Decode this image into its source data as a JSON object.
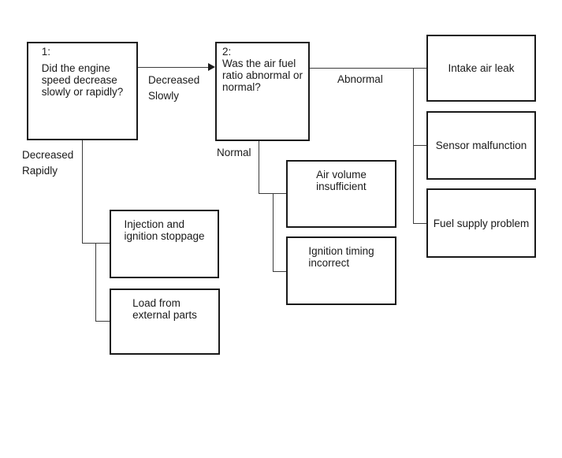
{
  "nodes": {
    "q1": {
      "number": "1:",
      "l1": "Did the engine",
      "l2": "speed decrease",
      "l3": "slowly or rapidly?"
    },
    "q2": {
      "number": "2:",
      "l1": "Was the air fuel",
      "l2": "ratio abnormal or",
      "l3": "normal?"
    },
    "intake": {
      "l1": "Intake air leak"
    },
    "sensor": {
      "l1": "Sensor malfunction"
    },
    "fuel": {
      "l1": "Fuel supply problem"
    },
    "airvol": {
      "l1": "Air volume",
      "l2": "insufficient"
    },
    "ignition": {
      "l1": "Ignition timing",
      "l2": "incorrect"
    },
    "injection": {
      "l1": "Injection and",
      "l2": "ignition stoppage"
    },
    "load": {
      "l1": "Load from",
      "l2": "external parts"
    }
  },
  "edge_labels": {
    "decreased_slowly": {
      "l1": "Decreased",
      "l2": "Slowly"
    },
    "decreased_rapidly": {
      "l1": "Decreased",
      "l2": "Rapidly"
    },
    "abnormal": "Abnormal",
    "normal": "Normal"
  },
  "colors": {
    "background": "#ffffff",
    "box_border": "#1a1a1a",
    "connector": "#3c3c3c",
    "text": "#1a1a1a"
  }
}
